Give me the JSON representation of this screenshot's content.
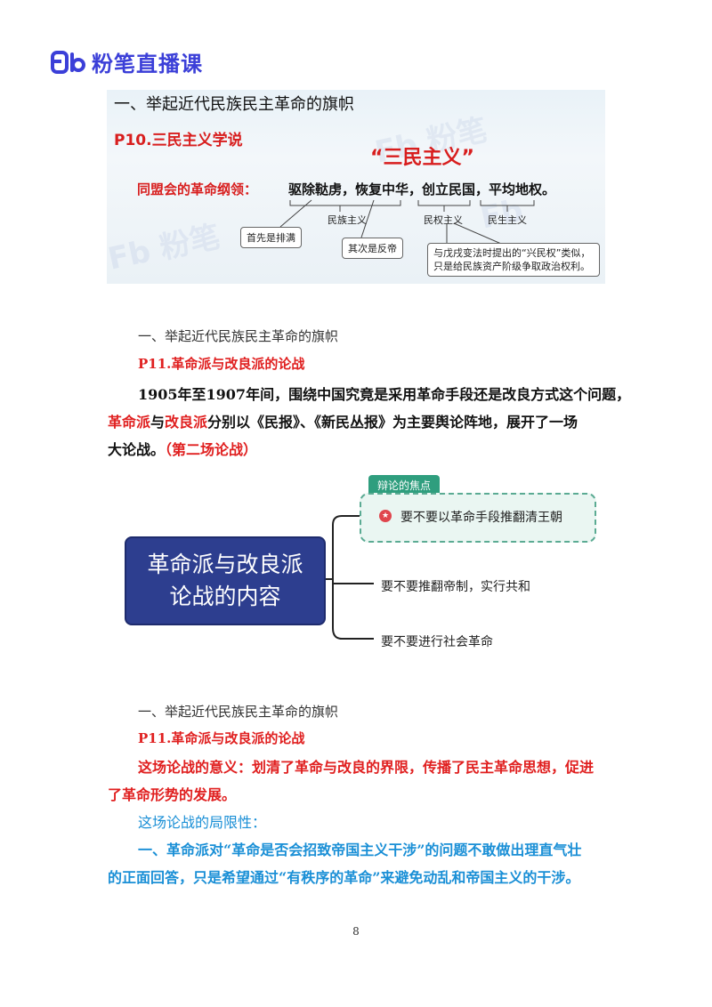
{
  "header": {
    "brand": "粉笔直播课",
    "brand_color": "#3b3fd8"
  },
  "slide1": {
    "title": "一、举起近代民族民主革命的旗帜",
    "section": "P10.三民主义学说",
    "big_title": "“三民主义”",
    "label": "同盟会的革命纲领：",
    "program": "驱除鞑虏，恢复中华，创立民国，平均地权。",
    "sub_minzu": "民族主义",
    "sub_minquan": "民权主义",
    "sub_minsheng": "民生主义",
    "note_first": "首先是排满",
    "note_second": "其次是反帝",
    "note_right_1": "与戊戌变法时提出的“兴民权”类似，",
    "note_right_2": "只是给民族资产阶级争取政治权利。"
  },
  "block2": {
    "heading": "一、举起近代民族民主革命的旗帜",
    "section": "P11.革命派与改良派的论战",
    "para_line1": "1905年至1907年间，围绕中国究竟是采用革命手段还是改良方式这个问题，",
    "para_l2_red1": "革命派",
    "para_l2_mid1": "与",
    "para_l2_red2": "改良派",
    "para_l2_rest": "分别以《民报》、《新民丛报》为主要舆论阵地，展开了一场",
    "para_l3_a": "大论战。",
    "para_l3_red": "（第二场论战）"
  },
  "mindmap": {
    "main_line1": "革命派与改良派",
    "main_line2": "论战的内容",
    "focus_tag": "辩论的焦点",
    "star": "★",
    "item1": "要不要以革命手段推翻清王朝",
    "item2": "要不要推翻帝制，实行共和",
    "item3": "要不要进行社会革命"
  },
  "block3": {
    "heading": "一、举起近代民族民主革命的旗帜",
    "section": "P11.革命派与改良派的论战",
    "sig_line1": "这场论战的意义：划清了革命与改良的界限，传播了民主革命思想，促进",
    "sig_line2": "了革命形势的发展。",
    "lim_heading": "这场论战的局限性：",
    "lim_line1": "一、革命派对“革命是否会招致帝国主义干涉”的问题不敢做出理直气壮",
    "lim_line2": "的正面回答，只是希望通过“有秩序的革命”来避免动乱和帝国主义的干涉。"
  },
  "page_number": "8",
  "colors": {
    "red": "#e02020",
    "blue": "#1a8fd6",
    "navy_box": "#2d3e8f",
    "teal_tag": "#2f9e7e"
  }
}
